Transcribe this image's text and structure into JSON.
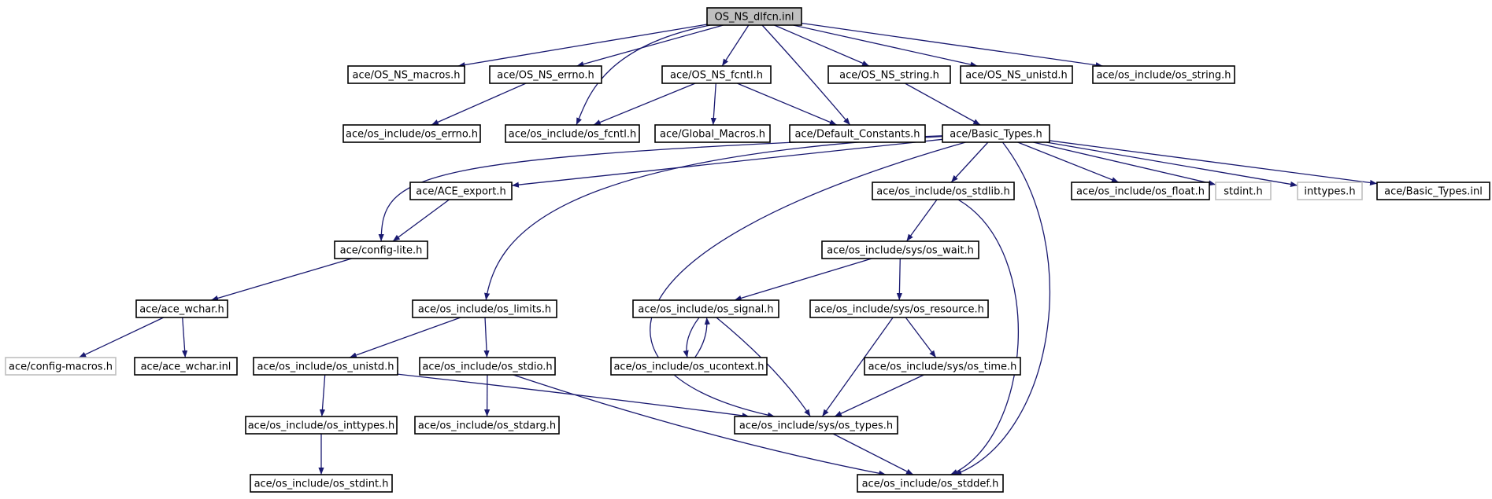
{
  "colors": {
    "edge": "#191970",
    "border": "#000000",
    "border_missing": "#bfbfbf",
    "root_fill": "#bfbfbf",
    "fill": "#ffffff"
  },
  "nodes": [
    {
      "id": "root",
      "label": "OS_NS_dlfcn.inl",
      "kind": "root"
    },
    {
      "id": "macros",
      "label": "ace/OS_NS_macros.h"
    },
    {
      "id": "errno",
      "label": "ace/OS_NS_errno.h"
    },
    {
      "id": "fcntl",
      "label": "ace/OS_NS_fcntl.h"
    },
    {
      "id": "string",
      "label": "ace/OS_NS_string.h"
    },
    {
      "id": "unistd",
      "label": "ace/OS_NS_unistd.h"
    },
    {
      "id": "osstring",
      "label": "ace/os_include/os_string.h"
    },
    {
      "id": "oserrno",
      "label": "ace/os_include/os_errno.h"
    },
    {
      "id": "osfcntl",
      "label": "ace/os_include/os_fcntl.h"
    },
    {
      "id": "globalmacros",
      "label": "ace/Global_Macros.h"
    },
    {
      "id": "defconst",
      "label": "ace/Default_Constants.h"
    },
    {
      "id": "basictypes",
      "label": "ace/Basic_Types.h"
    },
    {
      "id": "aceexport",
      "label": "ace/ACE_export.h"
    },
    {
      "id": "osstdlib",
      "label": "ace/os_include/os_stdlib.h"
    },
    {
      "id": "osfloat",
      "label": "ace/os_include/os_float.h"
    },
    {
      "id": "stdint",
      "label": "stdint.h",
      "kind": "missing"
    },
    {
      "id": "inttypes",
      "label": "inttypes.h",
      "kind": "missing"
    },
    {
      "id": "basicinl",
      "label": "ace/Basic_Types.inl"
    },
    {
      "id": "configlite",
      "label": "ace/config-lite.h"
    },
    {
      "id": "oswait",
      "label": "ace/os_include/sys/os_wait.h"
    },
    {
      "id": "acewchar",
      "label": "ace/ace_wchar.h"
    },
    {
      "id": "oslimits",
      "label": "ace/os_include/os_limits.h"
    },
    {
      "id": "ossignal",
      "label": "ace/os_include/os_signal.h"
    },
    {
      "id": "osresource",
      "label": "ace/os_include/sys/os_resource.h"
    },
    {
      "id": "configmacros",
      "label": "ace/config-macros.h",
      "kind": "missing"
    },
    {
      "id": "wcharinl",
      "label": "ace/ace_wchar.inl"
    },
    {
      "id": "osunistd",
      "label": "ace/os_include/os_unistd.h"
    },
    {
      "id": "osstdio",
      "label": "ace/os_include/os_stdio.h"
    },
    {
      "id": "osucontext",
      "label": "ace/os_include/os_ucontext.h"
    },
    {
      "id": "ostime",
      "label": "ace/os_include/sys/os_time.h"
    },
    {
      "id": "osinttypes",
      "label": "ace/os_include/os_inttypes.h"
    },
    {
      "id": "osstdarg",
      "label": "ace/os_include/os_stdarg.h"
    },
    {
      "id": "systypes",
      "label": "ace/os_include/sys/os_types.h"
    },
    {
      "id": "osstdint",
      "label": "ace/os_include/os_stdint.h"
    },
    {
      "id": "osstddef",
      "label": "ace/os_include/os_stddef.h"
    }
  ],
  "edges": [
    [
      "root",
      "macros"
    ],
    [
      "root",
      "errno"
    ],
    [
      "root",
      "fcntl"
    ],
    [
      "root",
      "osfcntl"
    ],
    [
      "root",
      "defconst"
    ],
    [
      "root",
      "string"
    ],
    [
      "root",
      "unistd"
    ],
    [
      "root",
      "osstring"
    ],
    [
      "errno",
      "oserrno"
    ],
    [
      "fcntl",
      "osfcntl"
    ],
    [
      "fcntl",
      "globalmacros"
    ],
    [
      "fcntl",
      "defconst"
    ],
    [
      "string",
      "basictypes"
    ],
    [
      "basictypes",
      "configlite"
    ],
    [
      "basictypes",
      "aceexport"
    ],
    [
      "basictypes",
      "oslimits"
    ],
    [
      "basictypes",
      "systypes"
    ],
    [
      "basictypes",
      "osstdlib"
    ],
    [
      "basictypes",
      "osstddef"
    ],
    [
      "basictypes",
      "osfloat"
    ],
    [
      "basictypes",
      "stdint"
    ],
    [
      "basictypes",
      "inttypes"
    ],
    [
      "basictypes",
      "basicinl"
    ],
    [
      "aceexport",
      "configlite"
    ],
    [
      "configlite",
      "acewchar"
    ],
    [
      "acewchar",
      "configmacros"
    ],
    [
      "acewchar",
      "wcharinl"
    ],
    [
      "osstdlib",
      "oswait"
    ],
    [
      "osstdlib",
      "osstddef"
    ],
    [
      "oswait",
      "ossignal"
    ],
    [
      "oswait",
      "osresource"
    ],
    [
      "oslimits",
      "osunistd"
    ],
    [
      "oslimits",
      "osstdio"
    ],
    [
      "ossignal",
      "osucontext"
    ],
    [
      "ossignal",
      "systypes"
    ],
    [
      "osucontext",
      "ossignal"
    ],
    [
      "osresource",
      "systypes"
    ],
    [
      "osresource",
      "ostime"
    ],
    [
      "ostime",
      "systypes"
    ],
    [
      "osunistd",
      "osinttypes"
    ],
    [
      "osunistd",
      "systypes"
    ],
    [
      "osstdio",
      "osstdarg"
    ],
    [
      "osstdio",
      "osstddef"
    ],
    [
      "osinttypes",
      "osstdint"
    ],
    [
      "systypes",
      "osstddef"
    ]
  ]
}
